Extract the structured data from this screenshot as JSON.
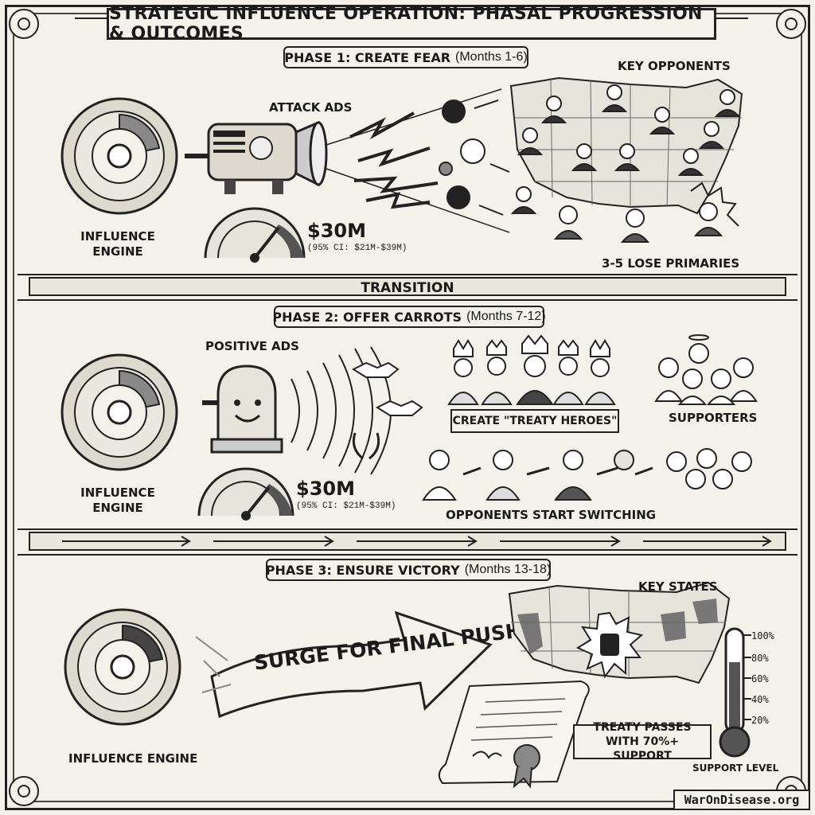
{
  "title": "STRATEGIC INFLUENCE OPERATION: PHASAL PROGRESSION & OUTCOMES",
  "phase1": {
    "label": "PHASE 1: CREATE FEAR",
    "months": "(Months 1-6)",
    "engine": "INFLUENCE\nENGINE",
    "ads": "ATTACK ADS",
    "opponents": "KEY OPPONENTS",
    "cost": "$30M",
    "ci": "(95% CI: $21M-$39M)",
    "outcome": "3-5 LOSE PRIMARIES"
  },
  "transition": "TRANSITION",
  "phase2": {
    "label": "PHASE 2: OFFER CARROTS",
    "months": "(Months 7-12)",
    "engine": "INFLUENCE\nENGINE",
    "ads": "POSITIVE ADS",
    "heroes": "CREATE \"TREATY HEROES\"",
    "supporters": "SUPPORTERS",
    "cost": "$30M",
    "ci": "(95% CI: $21M-$39M)",
    "switching": "OPPONENTS START SWITCHING"
  },
  "phase3": {
    "label": "PHASE 3: ENSURE VICTORY",
    "months": "(Months 13-18)",
    "engine": "INFLUENCE ENGINE",
    "surge": "SURGE FOR FINAL PUSH",
    "key_states": "KEY STATES",
    "treaty": "TREATY PASSES\nWITH 70%+ SUPPORT",
    "support_level": "SUPPORT LEVEL",
    "thermometer_ticks": [
      "100%",
      "80%",
      "60%",
      "40%",
      "20%"
    ]
  },
  "watermark": "WarOnDisease.org",
  "icons": [
    "gear-icon",
    "megaphone-icon",
    "skull-icon",
    "person-icon",
    "gauge-icon",
    "siren-icon",
    "handshake-icon",
    "laurel-icon",
    "crown-icon",
    "halo-icon",
    "arrow-icon",
    "fist-icon",
    "scroll-icon",
    "seal-icon",
    "thermometer-icon",
    "map-icon"
  ]
}
